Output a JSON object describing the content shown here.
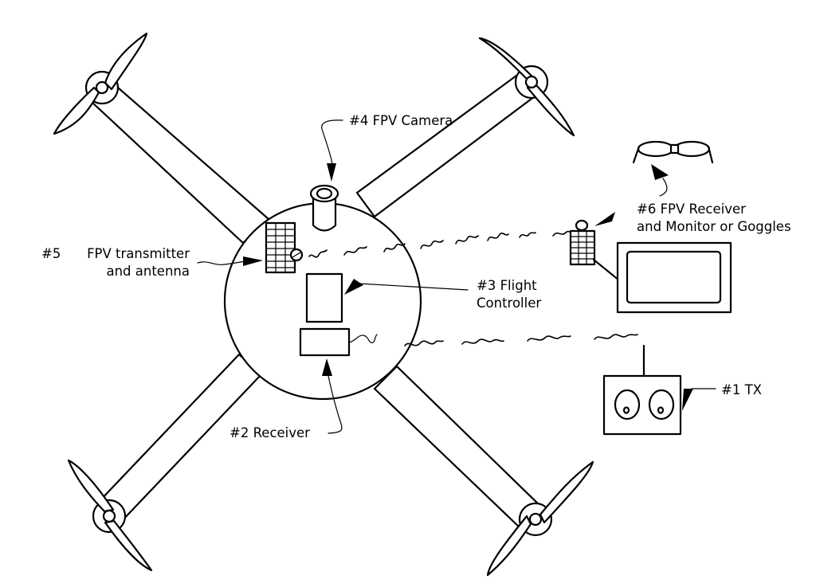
{
  "labels": {
    "camera": "#4 FPV Camera",
    "transmitter_num": "#5",
    "transmitter_line1": "FPV transmitter",
    "transmitter_line2": "and antenna",
    "flight_controller_line1": "#3 Flight",
    "flight_controller_line2": "Controller",
    "receiver": "#2 Receiver",
    "fpv_receiver_line1": "#6 FPV Receiver",
    "fpv_receiver_line2": "and Monitor or Goggles",
    "tx": "#1 TX"
  }
}
